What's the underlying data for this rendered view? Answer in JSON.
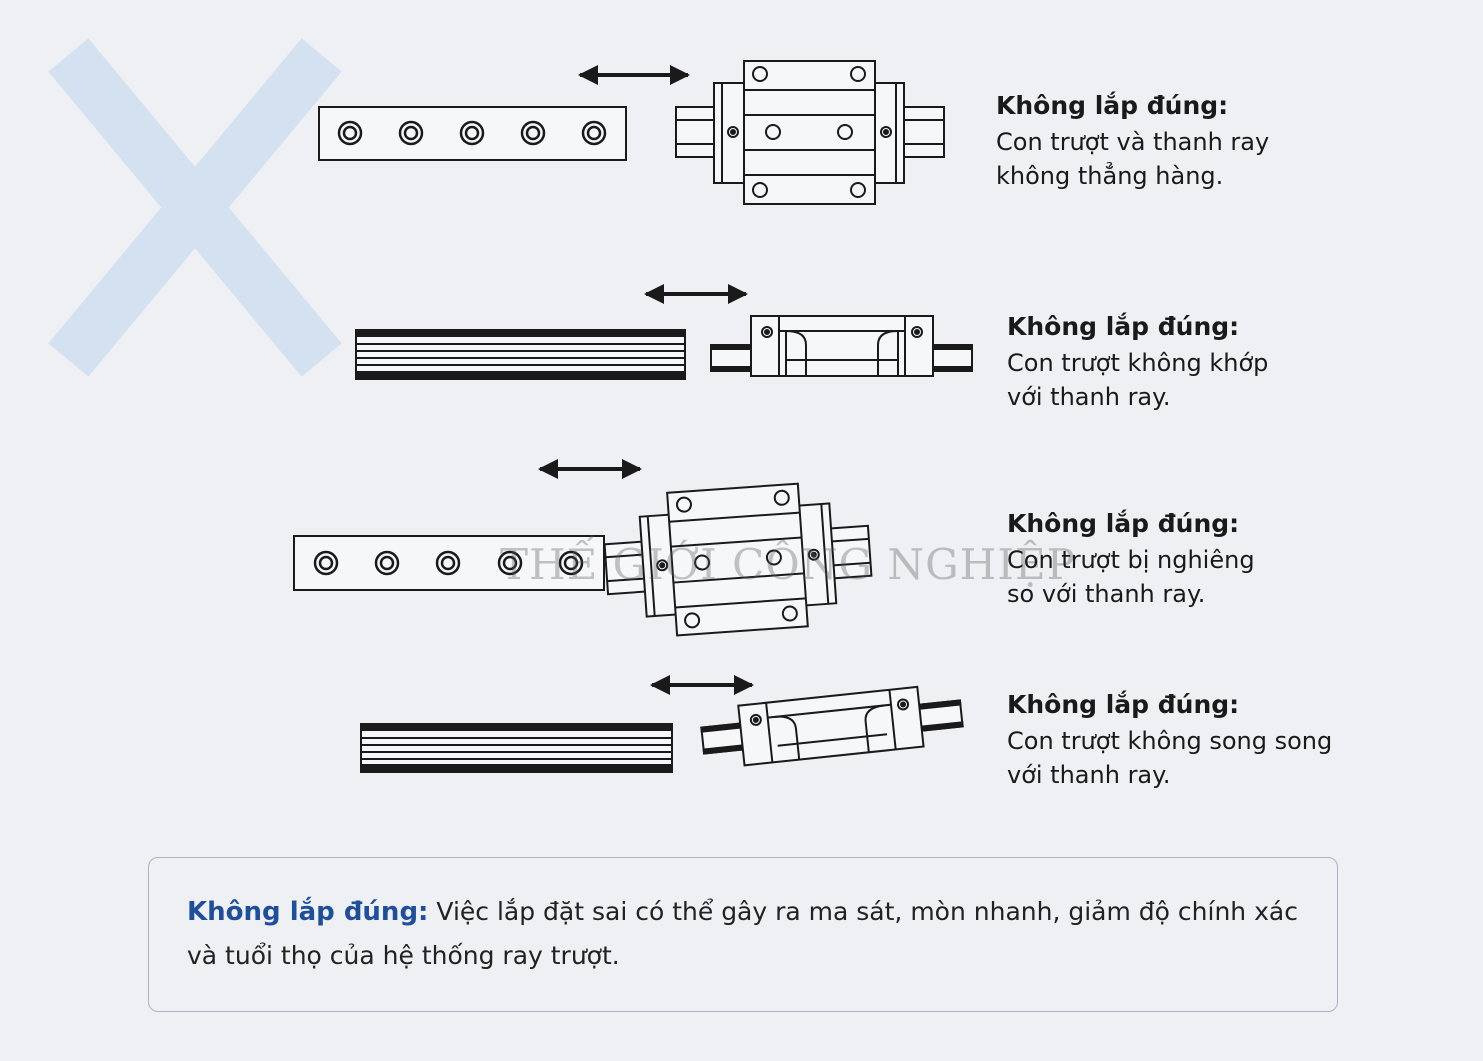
{
  "colors": {
    "cross_mark": "#d3e1f1",
    "accent": "#1f4f9a",
    "line": "#1a1a1a"
  },
  "icons": {
    "cross": "cross-icon",
    "arrow": "double-arrow-icon"
  },
  "items": [
    {
      "title": "Không lắp đúng:",
      "lines": [
        "Con trượt và thanh ray",
        "không thẳng hàng."
      ]
    },
    {
      "title": "Không lắp đúng:",
      "lines": [
        "Con trượt không khớp",
        "với thanh ray."
      ]
    },
    {
      "title": "Không lắp đúng:",
      "lines": [
        "Con trượt bị nghiêng",
        "so với thanh ray."
      ]
    },
    {
      "title": "Không lắp đúng:",
      "lines": [
        "Con trượt không song song",
        "với thanh ray."
      ]
    }
  ],
  "note": {
    "label": "Không lắp đúng:",
    "line1": " Việc lắp đặt sai có thể gây ra ma sát, mòn nhanh, giảm độ chính xác",
    "line2": "và tuổi thọ của hệ thống ray trượt."
  },
  "watermark": "THẾ GIỚI CÔNG NGHIỆP"
}
